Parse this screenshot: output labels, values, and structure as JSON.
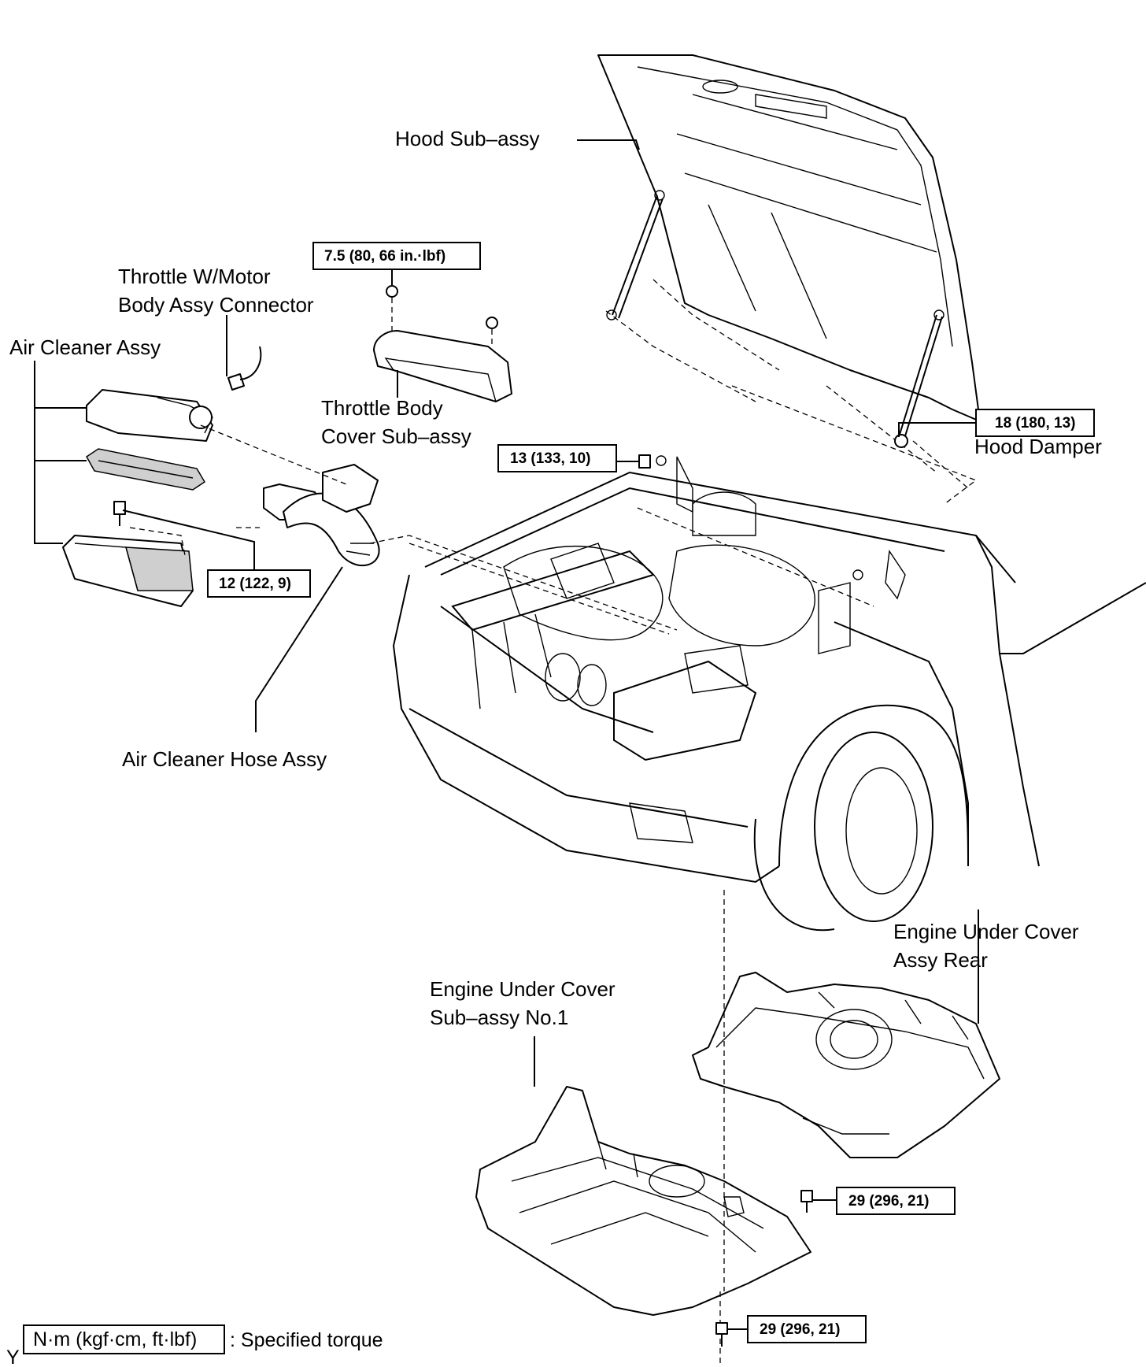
{
  "labels": {
    "hood_sub_assy": "Hood Sub–assy",
    "throttle_connector_line1": "Throttle W/Motor",
    "throttle_connector_line2": "Body Assy Connector",
    "air_cleaner_assy": "Air Cleaner Assy",
    "throttle_body_cover_line1": "Throttle Body",
    "throttle_body_cover_line2": "Cover Sub–assy",
    "hood_damper": "Hood Damper",
    "air_cleaner_hose_assy": "Air Cleaner Hose Assy",
    "engine_under_cover_rear_line1": "Engine Under Cover",
    "engine_under_cover_rear_line2": "Assy Rear",
    "engine_under_cover_no1_line1": "Engine Under Cover",
    "engine_under_cover_no1_line2": "Sub–assy No.1"
  },
  "torques": {
    "throttle_cover_nut": "7.5 (80, 66 in.·lbf)",
    "hood_damper_bolt": "18 (180, 13)",
    "hood_hinge_bolt": "13 (133, 10)",
    "air_cleaner_bolt": "12 (122, 9)",
    "under_cover_rear_bolt": "29 (296, 21)",
    "under_cover_no1_bolt": "29 (296, 21)"
  },
  "legend": {
    "unit_box": "N·m (kgf·cm, ft·lbf)",
    "text": ": Specified torque",
    "corner_mark": "Y"
  }
}
